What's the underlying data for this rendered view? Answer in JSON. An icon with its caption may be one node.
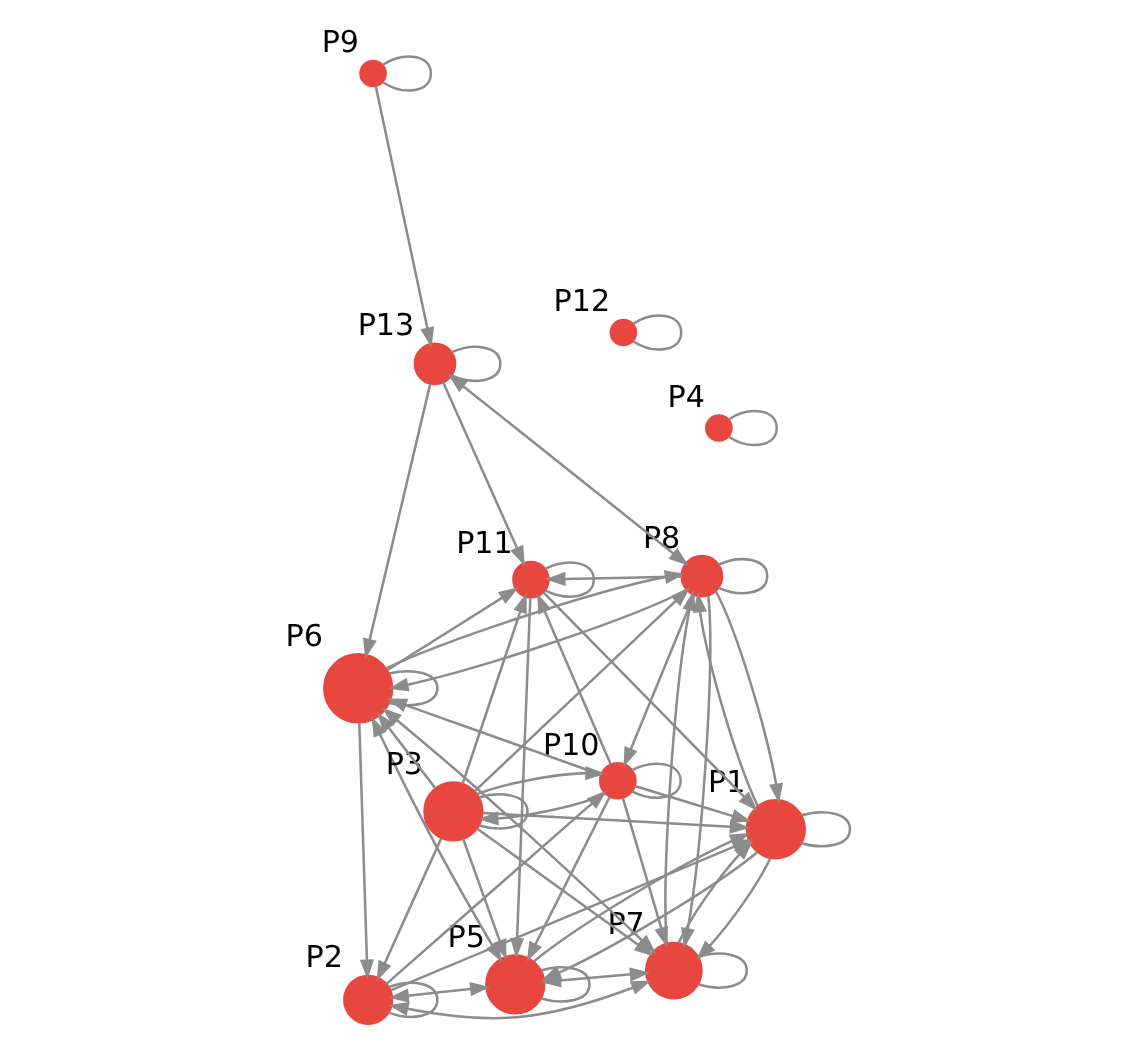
{
  "diagram": {
    "nodes": [
      {
        "text": [
          "P9"
        ]
      },
      {
        "text": [
          "P4"
        ]
      },
      {
        "text": [
          "P13"
        ]
      },
      {
        "text": [
          "P12"
        ]
      },
      {
        "text": [
          "P8"
        ]
      },
      {
        "text": [
          "P6"
        ]
      },
      {
        "text": [
          "P11"
        ]
      },
      {
        "text": [
          "P3"
        ]
      },
      {
        "text": [
          "P10"
        ]
      },
      {
        "text": [
          "P7"
        ]
      },
      {
        "text": [
          "P1"
        ]
      },
      {
        "text": [
          "P2"
        ]
      },
      {
        "text": [
          "P5"
        ]
      }
    ],
    "edges": [
      {
        "from": 0,
        "to": 0,
        "arrow": "none"
      },
      {
        "from": 1,
        "to": 1,
        "arrow": "none"
      },
      {
        "from": 2,
        "to": 2,
        "arrow": "none"
      },
      {
        "from": 3,
        "to": 3,
        "arrow": "none"
      },
      {
        "from": 4,
        "to": 4,
        "arrow": "none"
      },
      {
        "from": 5,
        "to": 5,
        "arrow": "none"
      },
      {
        "from": 6,
        "to": 6,
        "arrow": "none"
      },
      {
        "from": 7,
        "to": 7,
        "arrow": "none"
      },
      {
        "from": 8,
        "to": 8,
        "arrow": "none"
      },
      {
        "from": 9,
        "to": 9,
        "arrow": "none"
      },
      {
        "from": 10,
        "to": 10,
        "arrow": "none"
      },
      {
        "from": 11,
        "to": 11,
        "arrow": "none"
      },
      {
        "from": 12,
        "to": 12,
        "arrow": "none"
      },
      {
        "from": 0,
        "to": 2,
        "arrow": "to"
      },
      {
        "from": 2,
        "to": 4,
        "arrow": "both"
      },
      {
        "from": 2,
        "to": 5,
        "arrow": "to"
      },
      {
        "from": 2,
        "to": 6,
        "arrow": "to"
      },
      {
        "from": 4,
        "to": 5,
        "arrow": "to"
      },
      {
        "from": 5,
        "to": 6,
        "arrow": "to"
      },
      {
        "from": 4,
        "to": 6,
        "arrow": "to"
      },
      {
        "from": 5,
        "to": 4,
        "arrow": "to"
      },
      {
        "from": 7,
        "to": 4,
        "arrow": "to"
      },
      {
        "from": 9,
        "to": 4,
        "arrow": "to"
      },
      {
        "from": 4,
        "to": 9,
        "arrow": "to"
      },
      {
        "from": 4,
        "to": 10,
        "arrow": "to"
      },
      {
        "from": 10,
        "to": 4,
        "arrow": "to"
      },
      {
        "from": 4,
        "to": 8,
        "arrow": "to"
      },
      {
        "from": 8,
        "to": 6,
        "arrow": "to"
      },
      {
        "from": 8,
        "to": 7,
        "arrow": "to"
      },
      {
        "from": 8,
        "to": 5,
        "arrow": "to"
      },
      {
        "from": 8,
        "to": 9,
        "arrow": "to"
      },
      {
        "from": 8,
        "to": 10,
        "arrow": "to"
      },
      {
        "from": 8,
        "to": 12,
        "arrow": "to"
      },
      {
        "from": 7,
        "to": 8,
        "arrow": "to"
      },
      {
        "from": 11,
        "to": 8,
        "arrow": "to"
      },
      {
        "from": 6,
        "to": 10,
        "arrow": "to"
      },
      {
        "from": 6,
        "to": 12,
        "arrow": "to"
      },
      {
        "from": 7,
        "to": 6,
        "arrow": "to"
      },
      {
        "from": 7,
        "to": 5,
        "arrow": "to"
      },
      {
        "from": 7,
        "to": 9,
        "arrow": "to"
      },
      {
        "from": 7,
        "to": 10,
        "arrow": "to"
      },
      {
        "from": 7,
        "to": 12,
        "arrow": "to"
      },
      {
        "from": 7,
        "to": 11,
        "arrow": "to"
      },
      {
        "from": 5,
        "to": 9,
        "arrow": "both"
      },
      {
        "from": 5,
        "to": 11,
        "arrow": "to"
      },
      {
        "from": 9,
        "to": 11,
        "arrow": "both"
      },
      {
        "from": 5,
        "to": 12,
        "arrow": "both"
      },
      {
        "from": 9,
        "to": 12,
        "arrow": "both"
      },
      {
        "from": 9,
        "to": 10,
        "arrow": "to"
      },
      {
        "from": 10,
        "to": 9,
        "arrow": "to"
      },
      {
        "from": 11,
        "to": 12,
        "arrow": "both"
      },
      {
        "from": 11,
        "to": 10,
        "arrow": "to"
      },
      {
        "from": 10,
        "to": 12,
        "arrow": "to"
      },
      {
        "from": 12,
        "to": 10,
        "arrow": "to"
      }
    ]
  }
}
